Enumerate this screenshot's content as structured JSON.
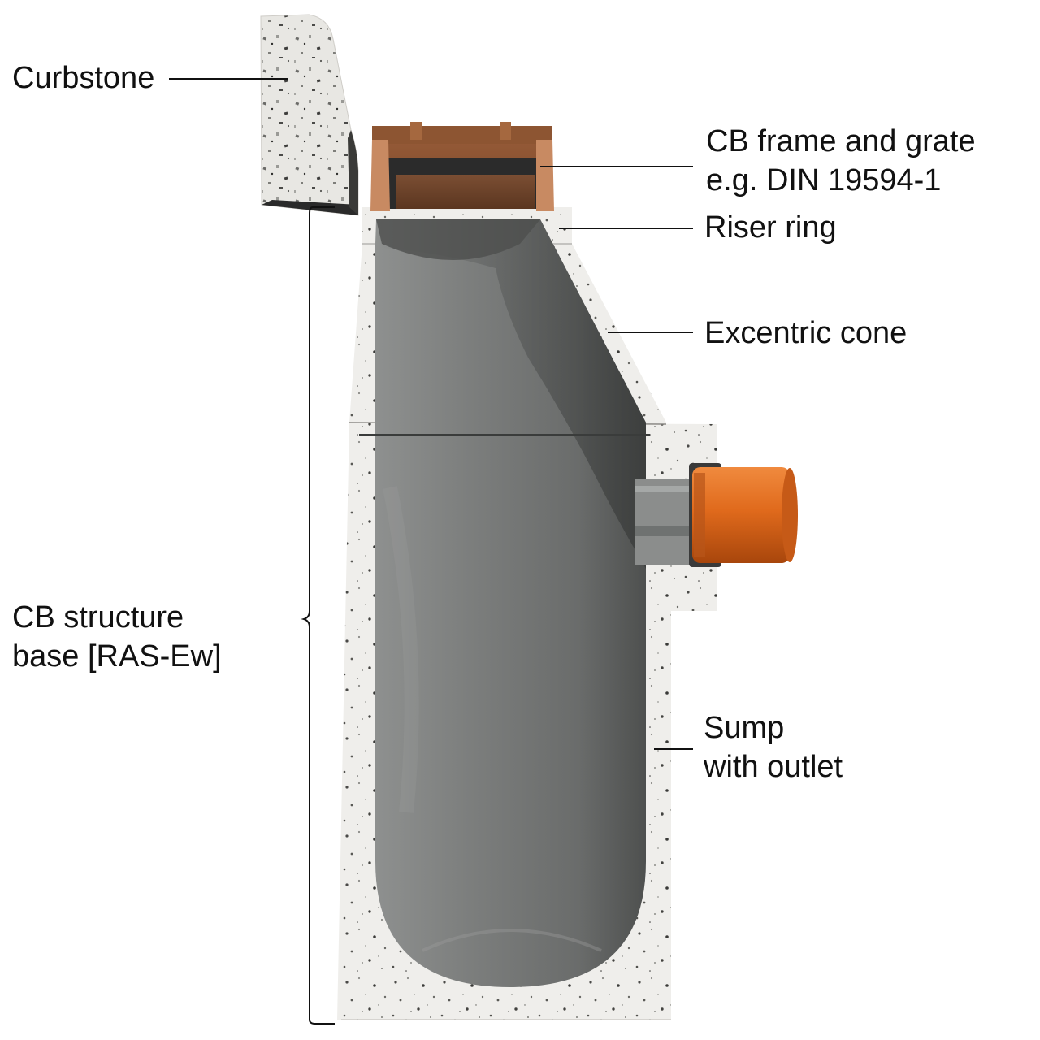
{
  "labels": {
    "curbstone": "Curbstone",
    "frame_line1": "CB frame and grate",
    "frame_line2": "e.g. DIN 19594-1",
    "riser": "Riser ring",
    "cone": "Excentric cone",
    "structure_line1": "CB structure",
    "structure_line2": "base [RAS-Ew]",
    "sump_line1": "Sump",
    "sump_line2": "with outlet"
  },
  "colors": {
    "concrete": "#efeeeb",
    "concrete_speckle": "#4a4a48",
    "interior": "#6d6f6e",
    "frame": "#a8683f",
    "frame_light": "#c88a62",
    "pipe": "#d9661f",
    "leader": "#111111"
  }
}
